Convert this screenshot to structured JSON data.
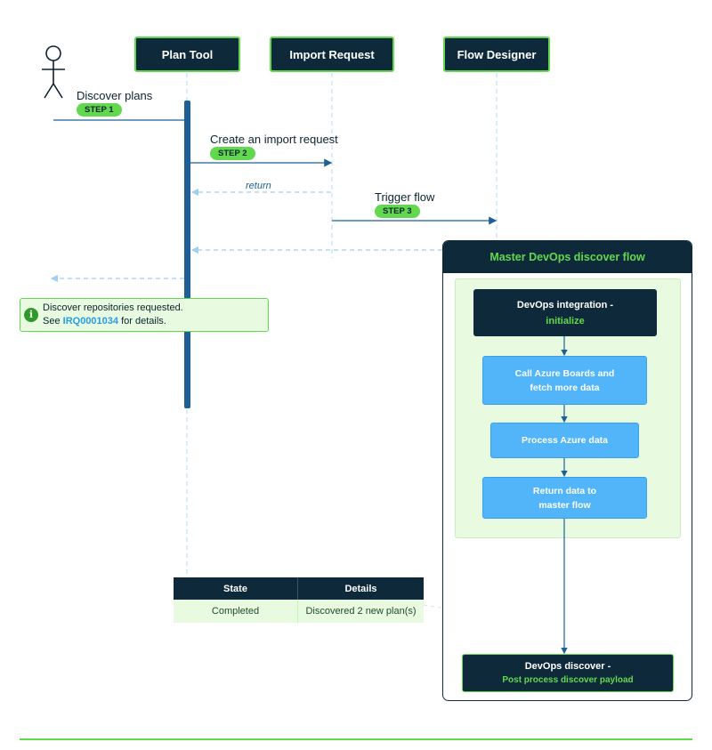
{
  "participants": {
    "plan_tool": "Plan Tool",
    "import_request": "Import Request",
    "flow_designer": "Flow Designer"
  },
  "messages": {
    "discover_plans": {
      "label": "Discover plans",
      "step": "STEP 1"
    },
    "create_import": {
      "label": "Create an import request",
      "step": "STEP 2"
    },
    "return_label": "return",
    "trigger_flow": {
      "label": "Trigger flow",
      "step": "STEP 3"
    }
  },
  "info": {
    "line1": "Discover repositories requested.",
    "line2_prefix": "See ",
    "link": "IRQ0001034",
    "line2_suffix": " for details."
  },
  "flow": {
    "title": "Master DevOps discover flow",
    "nodes": {
      "integration_title": "DevOps integration -",
      "integration_sub": "initialize",
      "call_azure_line1": "Call Azure Boards and",
      "call_azure_line2": "fetch more data",
      "process_azure": "Process Azure data",
      "return_line1": "Return data to",
      "return_line2": "master flow",
      "discover_title": "DevOps discover -",
      "discover_sub": "Post process discover payload"
    }
  },
  "state_table": {
    "headers": [
      "State",
      "Details"
    ],
    "row": [
      "Completed",
      "Discovered 2 new plan(s)"
    ]
  },
  "colors": {
    "navy": "#0e2a3a",
    "green": "#62d84e",
    "light_green": "#e8fbe0",
    "blue": "#52b5f9",
    "arrow_blue": "#1f5f96",
    "dash_blue": "#bfe0f6"
  }
}
